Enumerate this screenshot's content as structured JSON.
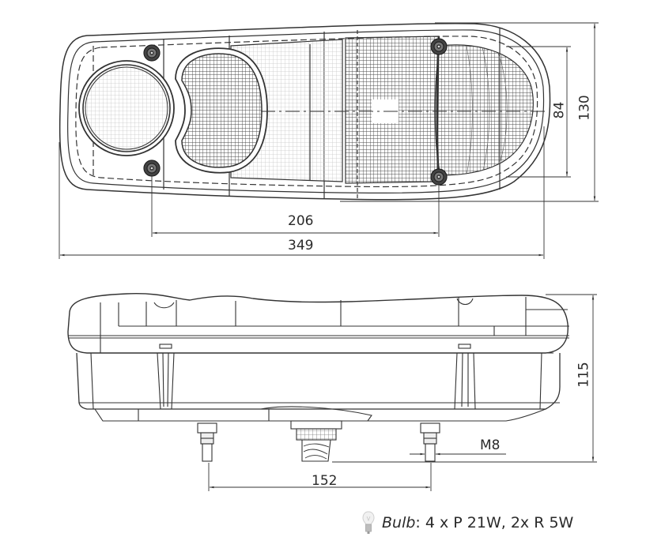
{
  "diagram": {
    "subject": "Rear combination tail lamp technical drawing",
    "views": [
      "top-view",
      "side-view"
    ],
    "line_color": "#333333",
    "grid_light_color": "#bdbdbd",
    "grid_dark_color": "#555555"
  },
  "top_view": {
    "dimensions": {
      "overall_length": "349",
      "mounting_hole_spacing": "206",
      "inner_height": "84",
      "overall_height": "130"
    }
  },
  "side_view": {
    "dimensions": {
      "overall_depth": "115",
      "stud_spacing": "152",
      "thread_size": "M8"
    }
  },
  "bulb_spec": {
    "icon": "light-bulb-icon",
    "label": "Bulb",
    "separator": ":",
    "value": "4 x P 21W, 2x R 5W"
  }
}
